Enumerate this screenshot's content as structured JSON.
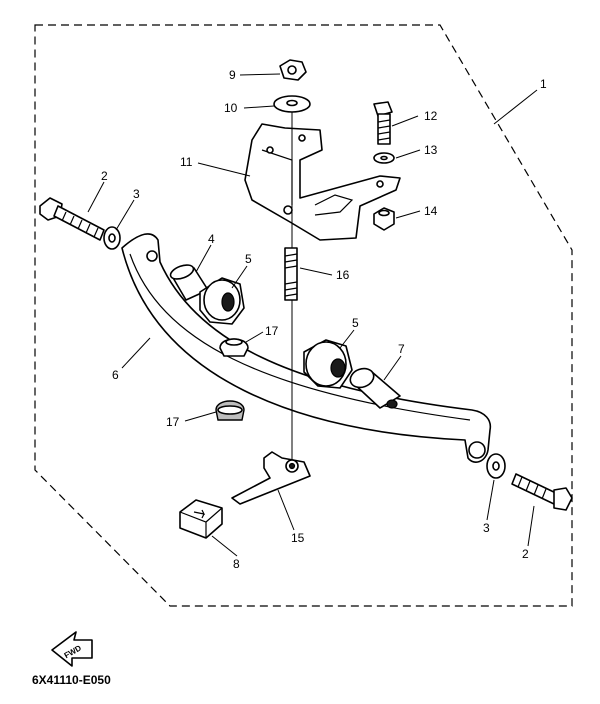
{
  "diagram": {
    "reference_code": "6X41110-E050",
    "direction_label": "FWD",
    "callouts": {
      "c1": "1",
      "c2a": "2",
      "c2b": "2",
      "c3a": "3",
      "c3b": "3",
      "c4": "4",
      "c5a": "5",
      "c5b": "5",
      "c6": "6",
      "c7": "7",
      "c8": "8",
      "c9": "9",
      "c10": "10",
      "c11": "11",
      "c12": "12",
      "c13": "13",
      "c14": "14",
      "c15": "15",
      "c16": "16",
      "c17a": "17",
      "c17b": "17"
    },
    "colors": {
      "line": "#000000",
      "background": "#ffffff",
      "shade": "#bdbdbd"
    }
  }
}
